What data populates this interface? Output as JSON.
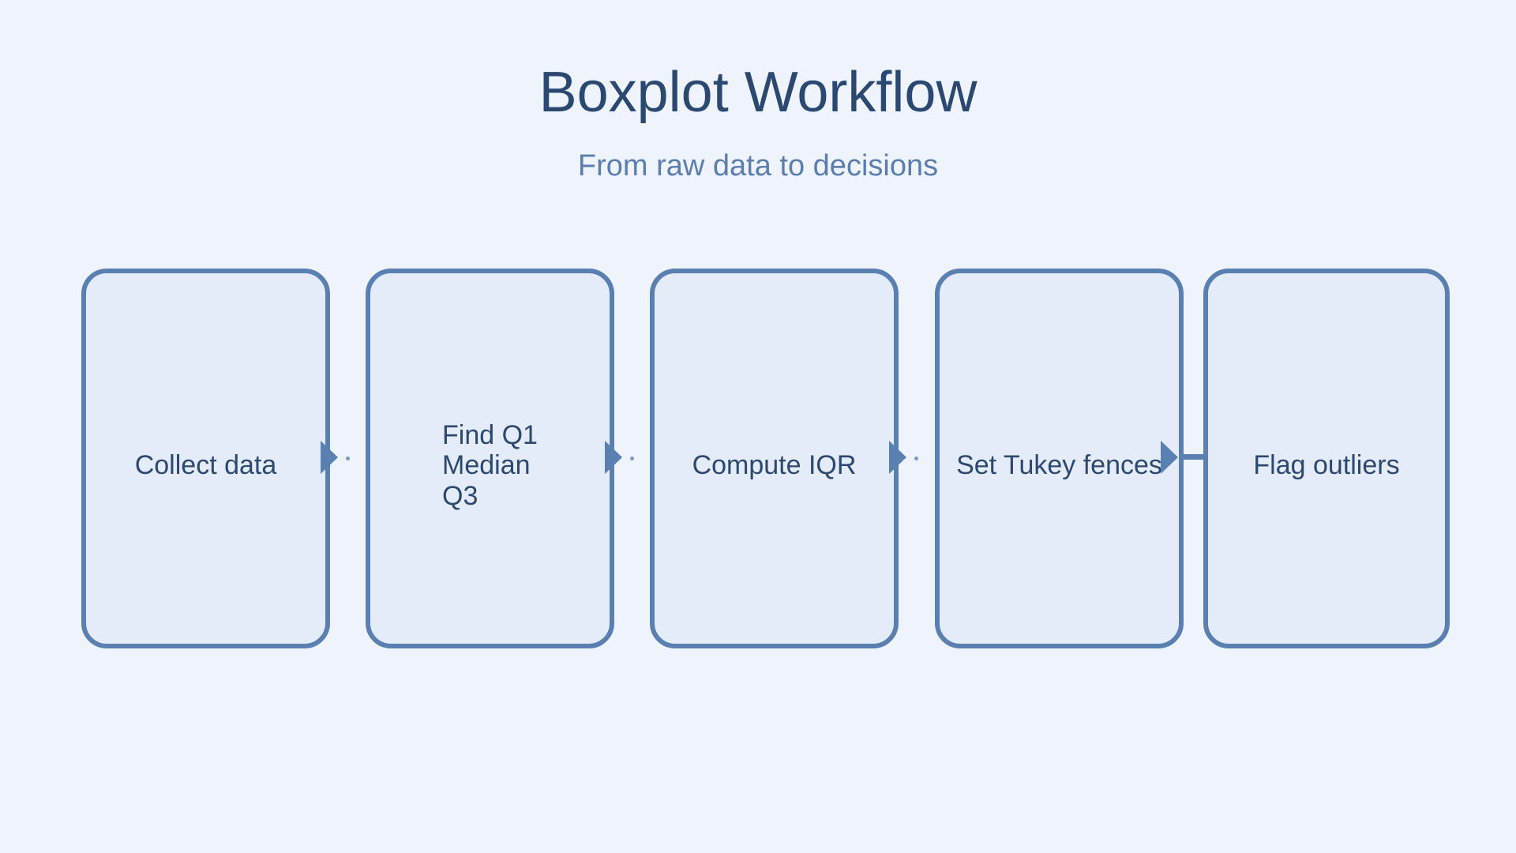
{
  "diagram": {
    "type": "flowchart",
    "direction": "left-to-right",
    "title": "Boxplot Workflow",
    "subtitle": "From raw data to decisions",
    "nodes": [
      {
        "label": "Collect data"
      },
      {
        "label": "Find Q1\nMedian\nQ3"
      },
      {
        "label": "Compute IQR"
      },
      {
        "label": "Set Tukey fences"
      },
      {
        "label": "Flag outliers"
      }
    ],
    "edges": [
      {
        "from": "Collect data",
        "to": "Find Q1 Median Q3"
      },
      {
        "from": "Find Q1 Median Q3",
        "to": "Compute IQR"
      },
      {
        "from": "Compute IQR",
        "to": "Set Tukey fences"
      },
      {
        "from": "Set Tukey fences",
        "to": "Flag outliers"
      }
    ],
    "colors": {
      "background": "#eef3fc",
      "node_fill": "#e4ebf9",
      "node_border": "#5a80b2",
      "node_text": "#2d486e",
      "title_text": "#2b4870",
      "subtitle_text": "#5b7eae",
      "arrow": "#5a80b2"
    }
  }
}
